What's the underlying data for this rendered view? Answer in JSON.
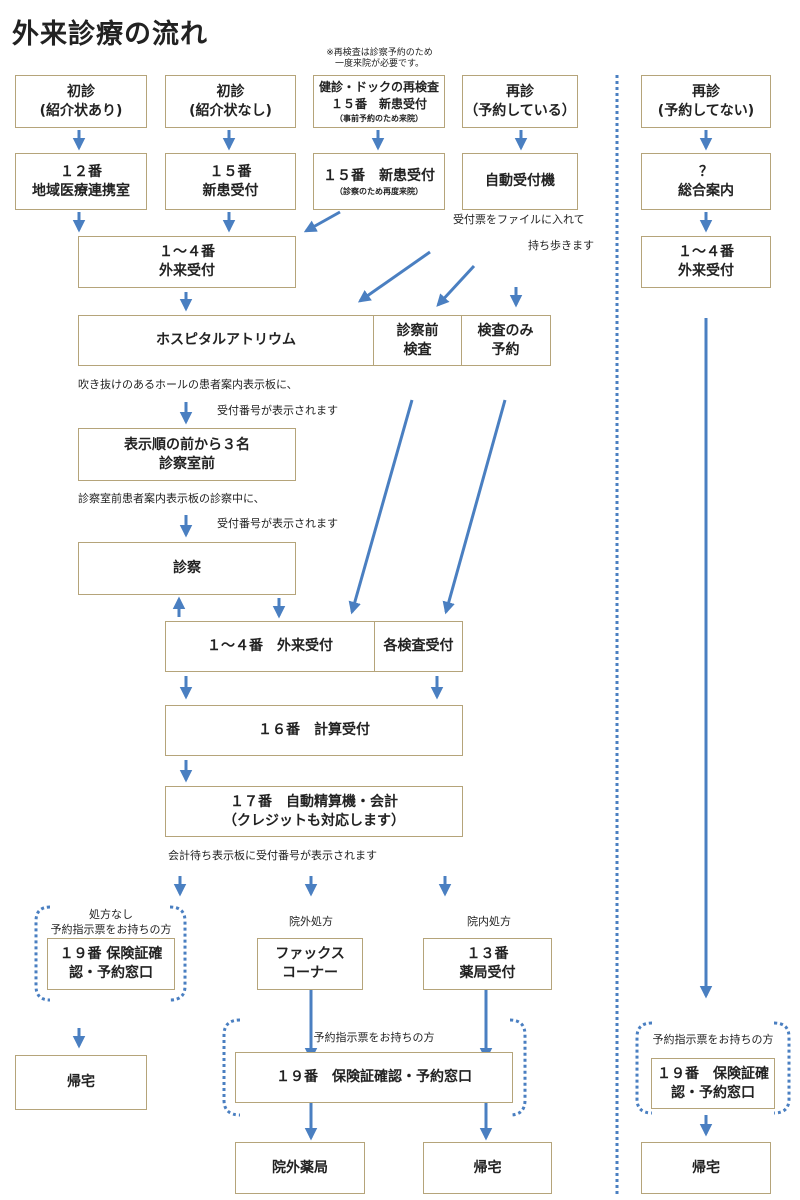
{
  "title": "外来診療の流れ",
  "top_note": [
    "※再検査は診察予約のため",
    "一度来院が必要です。"
  ],
  "row1": {
    "shoshin_shokai": [
      "初診",
      "(紹介状あり)"
    ],
    "shoshin_noshokai": [
      "初診",
      "(紹介状なし)"
    ],
    "kenshin": [
      "健診・ドックの再検査",
      "１５番　新患受付",
      "（事前予約のため来院）"
    ],
    "saishin_yoyaku": [
      "再診",
      "（予約している）"
    ],
    "saishin_noyoyaku": [
      "再診",
      "(予約してない)"
    ]
  },
  "row2": {
    "chiiki": [
      "１２番",
      "地域医療連携室"
    ],
    "shinkan": [
      "１５番",
      "新患受付"
    ],
    "shinkan_sai": [
      "１５番　新患受付",
      "（診察のため再度来院）"
    ],
    "jidou": "自動受付機",
    "sougou": [
      "？",
      "総合案内"
    ]
  },
  "file_note": [
    "受付票をファイルに入れて",
    "持ち歩きます"
  ],
  "gairai": [
    "１～４番",
    "外来受付"
  ],
  "gairai_right": [
    "１～４番",
    "外来受付"
  ],
  "atrium": {
    "main": "ホスピタルアトリウム",
    "pre": [
      "診察前",
      "検査"
    ],
    "kensa": [
      "検査のみ",
      "予約"
    ]
  },
  "atrium_note": [
    "吹き抜けのあるホールの患者案内表示板に、",
    "受付番号が表示されます"
  ],
  "waiting": [
    "表示順の前から３名",
    "診察室前"
  ],
  "waiting_note": [
    "診察室前患者案内表示板の診察中に、",
    "受付番号が表示されます"
  ],
  "shinsatsu": "診察",
  "reception2": {
    "main": "１～４番　外来受付",
    "kensa": "各検査受付"
  },
  "keisan": "１６番　計算受付",
  "kaikei": [
    "１７番　自動精算機・会計",
    "（クレジットも対応します）"
  ],
  "kaikei_note": "会計待ち表示板に受付番号が表示されます",
  "left_group": {
    "label": [
      "処方なし",
      "予約指示票をお持ちの方"
    ],
    "box": [
      "１９番 保険証確",
      "認・予約窓口"
    ]
  },
  "ingai_label": "院外処方",
  "innai_label": "院内処方",
  "fax": [
    "ファックス",
    "コーナー"
  ],
  "yakkyoku": [
    "１３番",
    "薬局受付"
  ],
  "center_group": {
    "label": "予約指示票をお持ちの方",
    "box": "１９番　保険証確認・予約窓口"
  },
  "right_group": {
    "label": "予約指示票をお持ちの方",
    "box": [
      "１９番　保険証確",
      "認・予約窓口"
    ]
  },
  "kitaku_left": "帰宅",
  "ingai_yakkyoku": "院外薬局",
  "kitaku_center": "帰宅",
  "kitaku_right": "帰宅",
  "colors": {
    "arrow": "#4a7fc1",
    "border": "#b5a47a",
    "dotted": "#4a7fc1"
  }
}
